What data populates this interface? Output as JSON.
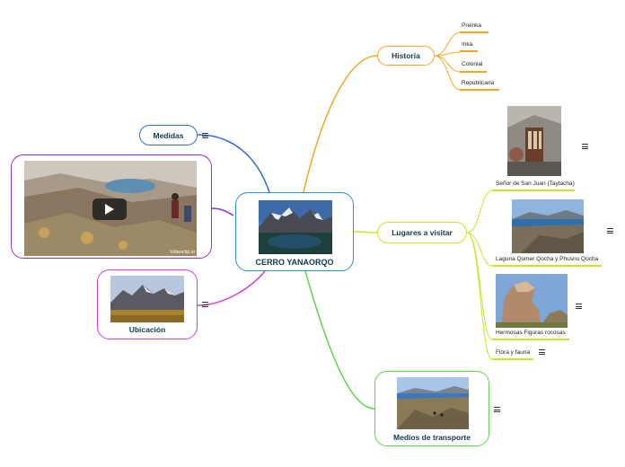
{
  "central": {
    "title": "CERRO YANAORQO",
    "image": "lake-and-snowy-mountains-photo"
  },
  "branches": {
    "historia": {
      "label": "Historia",
      "color": "#f5a623",
      "items": [
        "Preinka",
        "Inka",
        "Colonial",
        "Republicana"
      ]
    },
    "lugares": {
      "label": "Lugares a visitar",
      "color": "#c6e82a",
      "items": [
        {
          "label": "Señor de San Juan (Taytacha)",
          "image": "chapel-altar-photo"
        },
        {
          "label": "Laguna Qumer Qocha y Phusnu Qocha",
          "image": "highland-lagoon-photo"
        },
        {
          "label": "Hermosas Figuras rocosas",
          "image": "rock-formation-photo"
        },
        {
          "label": "Flora y fauna"
        }
      ]
    },
    "medios": {
      "label": "Medios de transporte",
      "color": "#5ed64a",
      "image": "hiking-trail-lagoon-photo"
    },
    "medidas": {
      "label": "Medidas",
      "color": "#2f6fd6"
    },
    "video": {
      "color": "#8e2fd6",
      "watermark": "Videoclip.io",
      "image": "mountain-hike-video-thumbnail"
    },
    "ubicacion": {
      "label": "Ubicación",
      "color": "#d63fd6",
      "image": "andean-mountain-range-photo"
    }
  },
  "icons": {
    "notes": "notes-icon",
    "play": "play-icon"
  }
}
